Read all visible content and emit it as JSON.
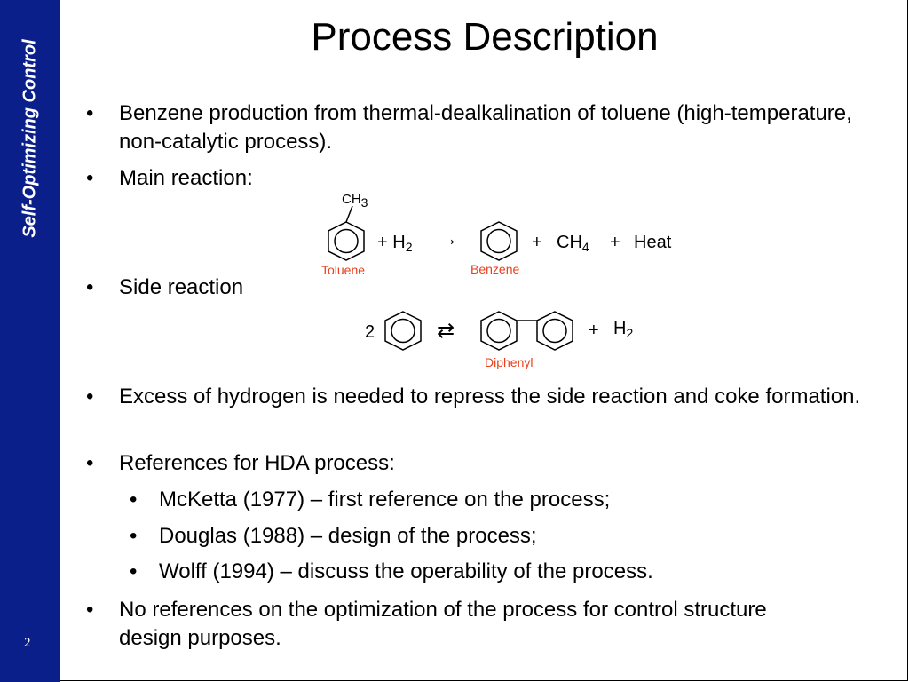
{
  "sidebar": {
    "title": "Self-Optimizing Control",
    "page_number": "2",
    "color": "#0b1f8a"
  },
  "title": "Process Description",
  "bullets": {
    "b1": "Benzene production from thermal-dealkalination of toluene (high-temperature, non-catalytic process).",
    "b2": "Main reaction:",
    "b3": "Side reaction",
    "b4": "Excess of hydrogen is needed to repress the side reaction and coke formation.",
    "b5": "References for HDA process:",
    "s1": "McKetta (1977) – first reference on the process;",
    "s2": "Douglas (1988) – design of the process;",
    "s3": "Wolff (1994) – discuss the operability of the process.",
    "b6": "No references on the optimization of the process for control structure design purposes.",
    "bullet_char": "•"
  },
  "main_reaction": {
    "ch3": "CH",
    "ch3_sub": "3",
    "plus1": "+",
    "h2": "H",
    "h2_sub": "2",
    "arrow": "→",
    "plus2": "+",
    "ch4": "CH",
    "ch4_sub": "4",
    "plus3": "+",
    "heat": "Heat",
    "label_toluene": "Toluene",
    "label_benzene": "Benzene"
  },
  "side_reaction": {
    "coef": "2",
    "arrow": "⇄",
    "plus": "+",
    "h2": "H",
    "h2_sub": "2",
    "label_diphenyl": "Diphenyl"
  },
  "label_color": "#e8401c"
}
